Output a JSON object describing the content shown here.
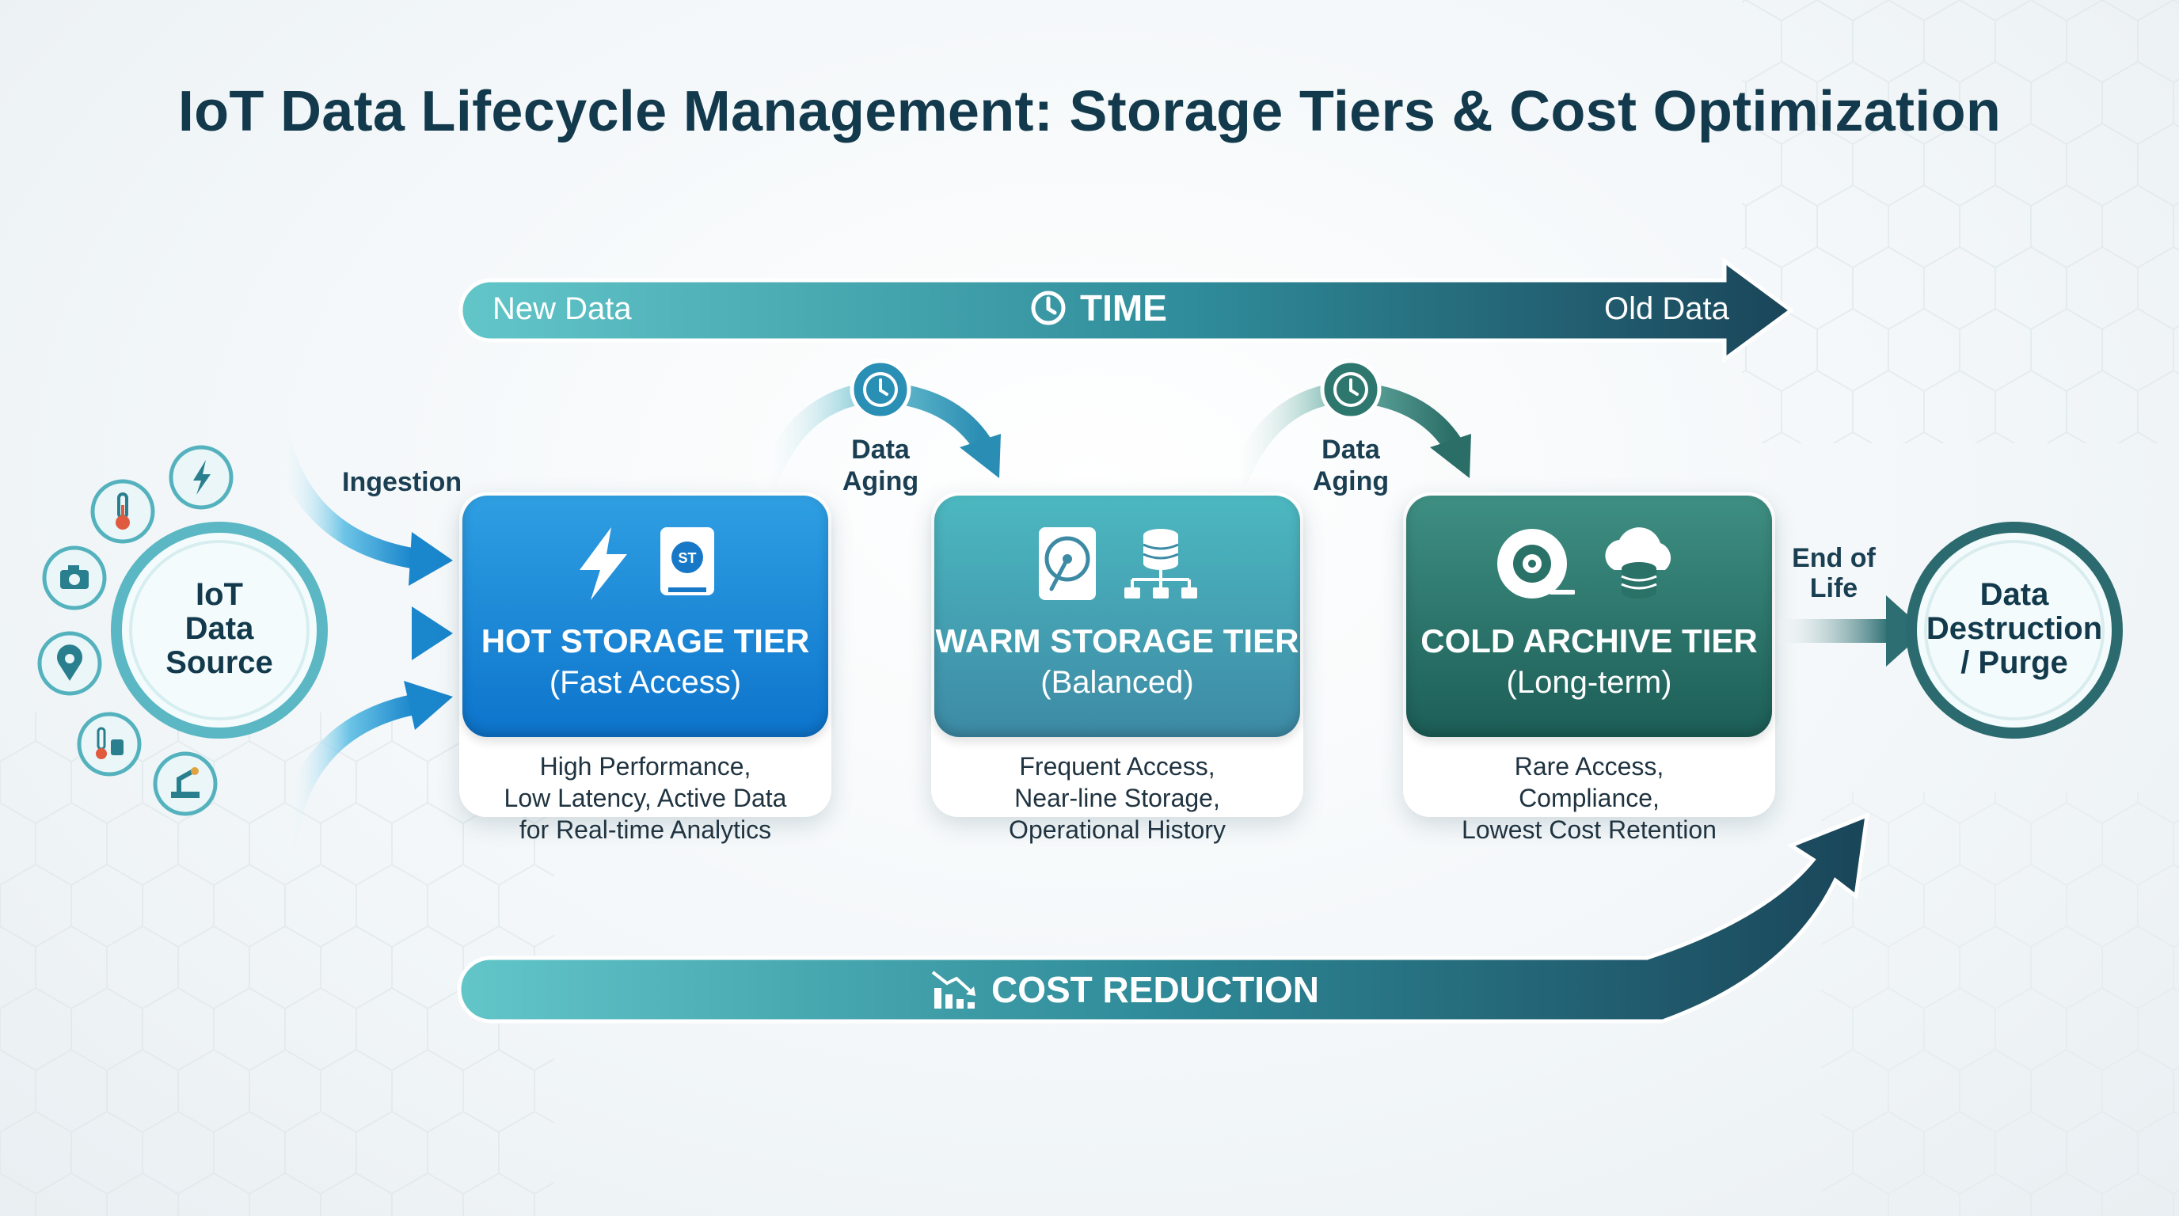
{
  "title": "IoT Data Lifecycle Management: Storage Tiers & Cost Optimization",
  "time_bar": {
    "start_label": "New Data",
    "center_label": "TIME",
    "end_label": "Old Data",
    "icon": "clock-icon"
  },
  "cost_bar": {
    "label": "COST REDUCTION",
    "icon": "declining-chart-icon"
  },
  "source": {
    "label_lines": [
      "IoT",
      "Data",
      "Source"
    ],
    "sensor_icons": [
      "camera-icon",
      "thermometer-icon",
      "lightning-icon",
      "location-pin-icon",
      "temperature-sensor-icon",
      "robot-arm-icon"
    ]
  },
  "ingestion_label": "Ingestion",
  "aging_label_lines": [
    "Data",
    "Aging"
  ],
  "end_of_life_lines": [
    "End of",
    "Life"
  ],
  "destination": {
    "label_lines": [
      "Data",
      "Destruction",
      "/ Purge"
    ]
  },
  "tiers": [
    {
      "key": "hot",
      "name": "HOT STORAGE TIER",
      "subtitle": "(Fast Access)",
      "icon_badge": "ST",
      "description_lines": [
        "High Performance,",
        "Low Latency, Active Data",
        "for Real-time Analytics"
      ],
      "icons": [
        "lightning-icon",
        "ssd-icon"
      ]
    },
    {
      "key": "warm",
      "name": "WARM STORAGE TIER",
      "subtitle": "(Balanced)",
      "description_lines": [
        "Frequent Access,",
        "Near-line Storage,",
        "Operational History"
      ],
      "icons": [
        "hard-drive-icon",
        "database-network-icon"
      ]
    },
    {
      "key": "cold",
      "name": "COLD ARCHIVE TIER",
      "subtitle": "(Long-term)",
      "description_lines": [
        "Rare Access,",
        "Compliance,",
        "Lowest Cost Retention"
      ],
      "icons": [
        "tape-reel-icon",
        "cloud-database-icon"
      ]
    }
  ],
  "colors": {
    "title": "#123a4c",
    "teal_light": "#5cc1c6",
    "teal_dark": "#1b4a5c",
    "hot": "#1586d6",
    "warm": "#45a2b3",
    "cold": "#2a7168"
  }
}
